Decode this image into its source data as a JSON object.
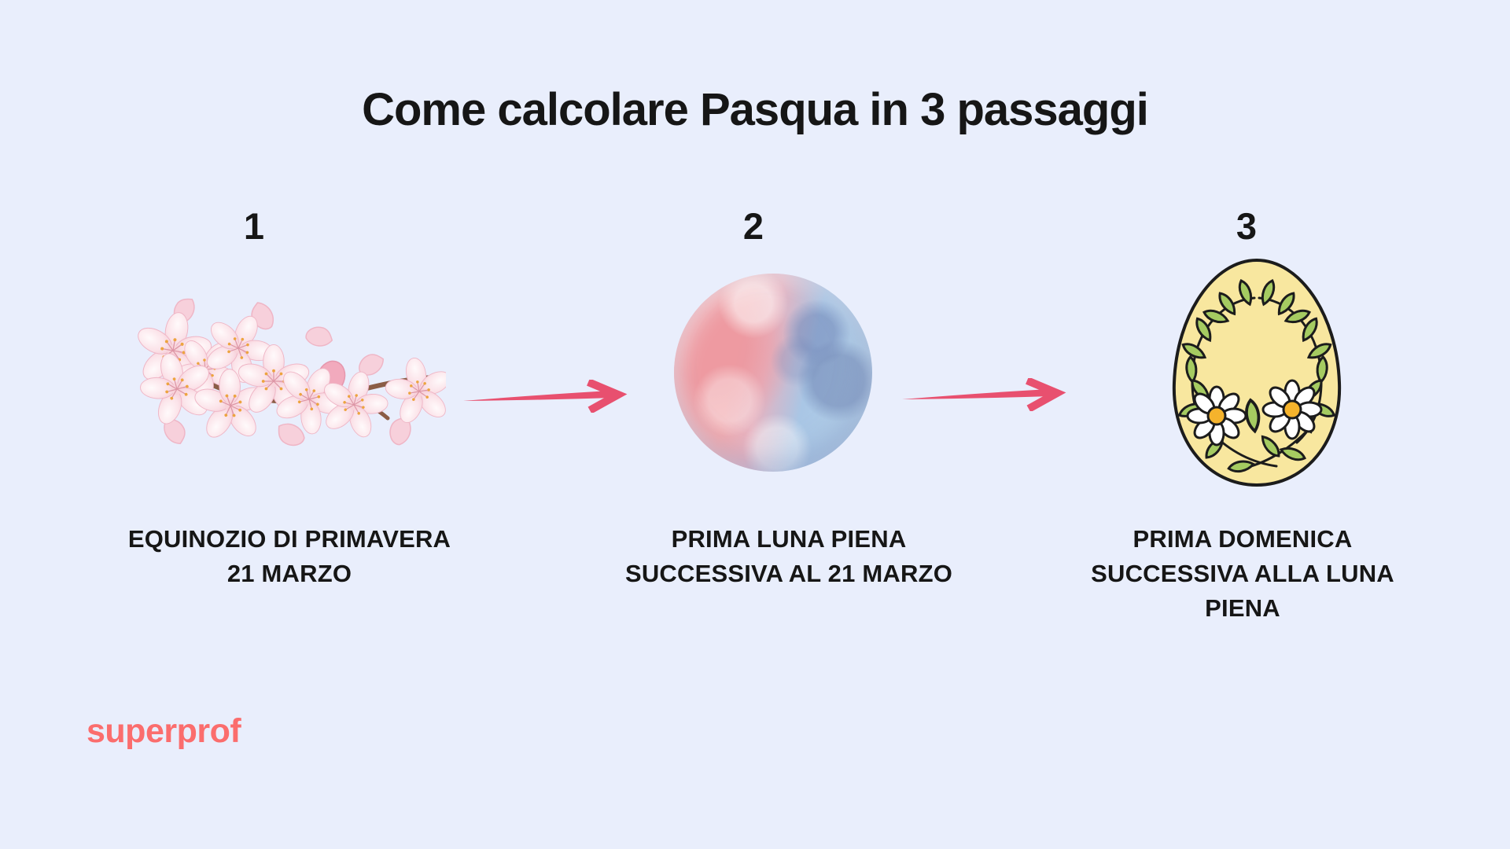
{
  "page": {
    "background_color": "#e9eefc",
    "text_color": "#161616",
    "title": "Come calcolare Pasqua in 3 passaggi"
  },
  "steps": [
    {
      "number": "1",
      "icon": "cherry-blossom-icon",
      "caption": "EQUINOZIO DI PRIMAVERA\n21 MARZO"
    },
    {
      "number": "2",
      "icon": "full-moon-icon",
      "caption": "PRIMA LUNA PIENA\nSUCCESSIVA AL 21 MARZO"
    },
    {
      "number": "3",
      "icon": "easter-egg-icon",
      "caption": "PRIMA DOMENICA\nSUCCESSIVA ALLA LUNA\nPIENA"
    }
  ],
  "arrows": {
    "color": "#e8506f"
  },
  "branding": {
    "logo_text": "superprof",
    "logo_color": "#fb6d6d"
  },
  "illustration_palette": {
    "egg_fill": "#f8e79f",
    "leaf_green": "#a5cb61",
    "daisy_center": "#f5b32c",
    "outline": "#1c1c1c",
    "moon_pink": "#f2abaf",
    "moon_blue": "#a9c6e5",
    "blossom_pink": "#f3c2cf"
  }
}
